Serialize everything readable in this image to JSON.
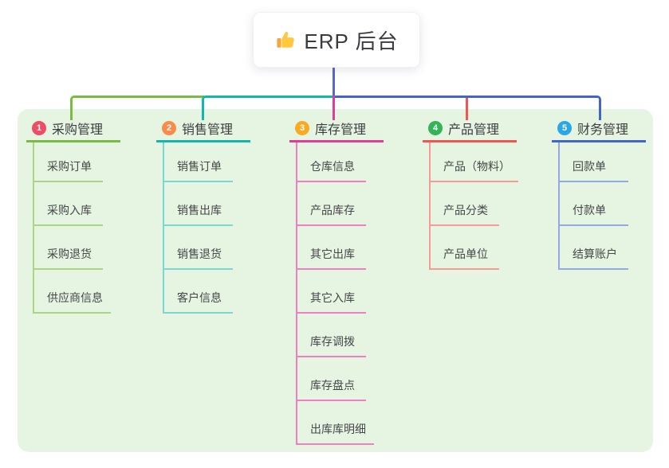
{
  "root": {
    "title": "ERP 后台",
    "icon": "thumbs-up-icon"
  },
  "branches": [
    {
      "badge": "1",
      "label": "采购管理",
      "badge_color": "#EE4D66",
      "line_color": "#7CBB41",
      "child_line_color": "#A9D584",
      "children": [
        "采购订单",
        "采购入库",
        "采购退货",
        "供应商信息"
      ]
    },
    {
      "badge": "2",
      "label": "销售管理",
      "badge_color": "#F98C4A",
      "line_color": "#12B5AF",
      "child_line_color": "#7AD7D1",
      "children": [
        "销售订单",
        "销售出库",
        "销售退货",
        "客户信息"
      ]
    },
    {
      "badge": "3",
      "label": "库存管理",
      "badge_color": "#FAA922",
      "line_color": "#E13C9C",
      "child_line_color": "#F07EC2",
      "children": [
        "仓库信息",
        "产品库存",
        "其它出库",
        "其它入库",
        "库存调拨",
        "库存盘点",
        "出库库明细"
      ]
    },
    {
      "badge": "4",
      "label": "产品管理",
      "badge_color": "#33B458",
      "line_color": "#F05552",
      "child_line_color": "#F89B96",
      "children": [
        "产品（物料）",
        "产品分类",
        "产品单位"
      ]
    },
    {
      "badge": "5",
      "label": "财务管理",
      "badge_color": "#2BA7E8",
      "line_color": "#4365C9",
      "child_line_color": "#92AAE3",
      "children": [
        "回款单",
        "付款单",
        "结算账户"
      ]
    }
  ],
  "colors": {
    "canvas_bg": "#E6F5E1",
    "root_stem": "#5866D2",
    "node_bg": "#FFFFFF",
    "title_text": "#3A3A40",
    "branch_text": "#3D3D42",
    "item_text": "#46464B"
  }
}
